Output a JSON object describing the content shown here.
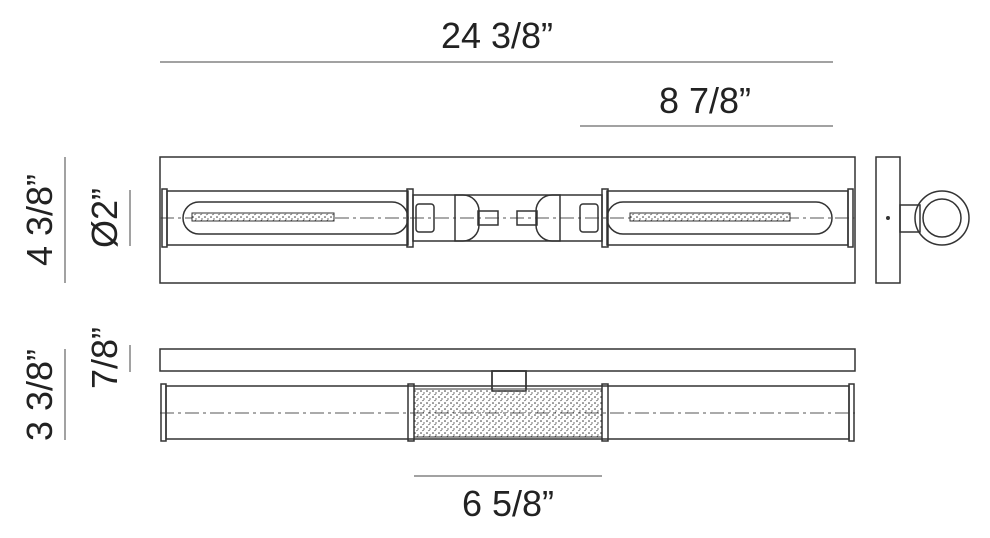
{
  "dimensions": {
    "overall_length": "24 3/8”",
    "tube_length": "8 7/8”",
    "front_height": "4 3/8”",
    "tube_diameter": "Ø2”",
    "bottom_depth": "3 3/8”",
    "plate_thickness": "7/8”",
    "center_length": "6 5/8”"
  }
}
